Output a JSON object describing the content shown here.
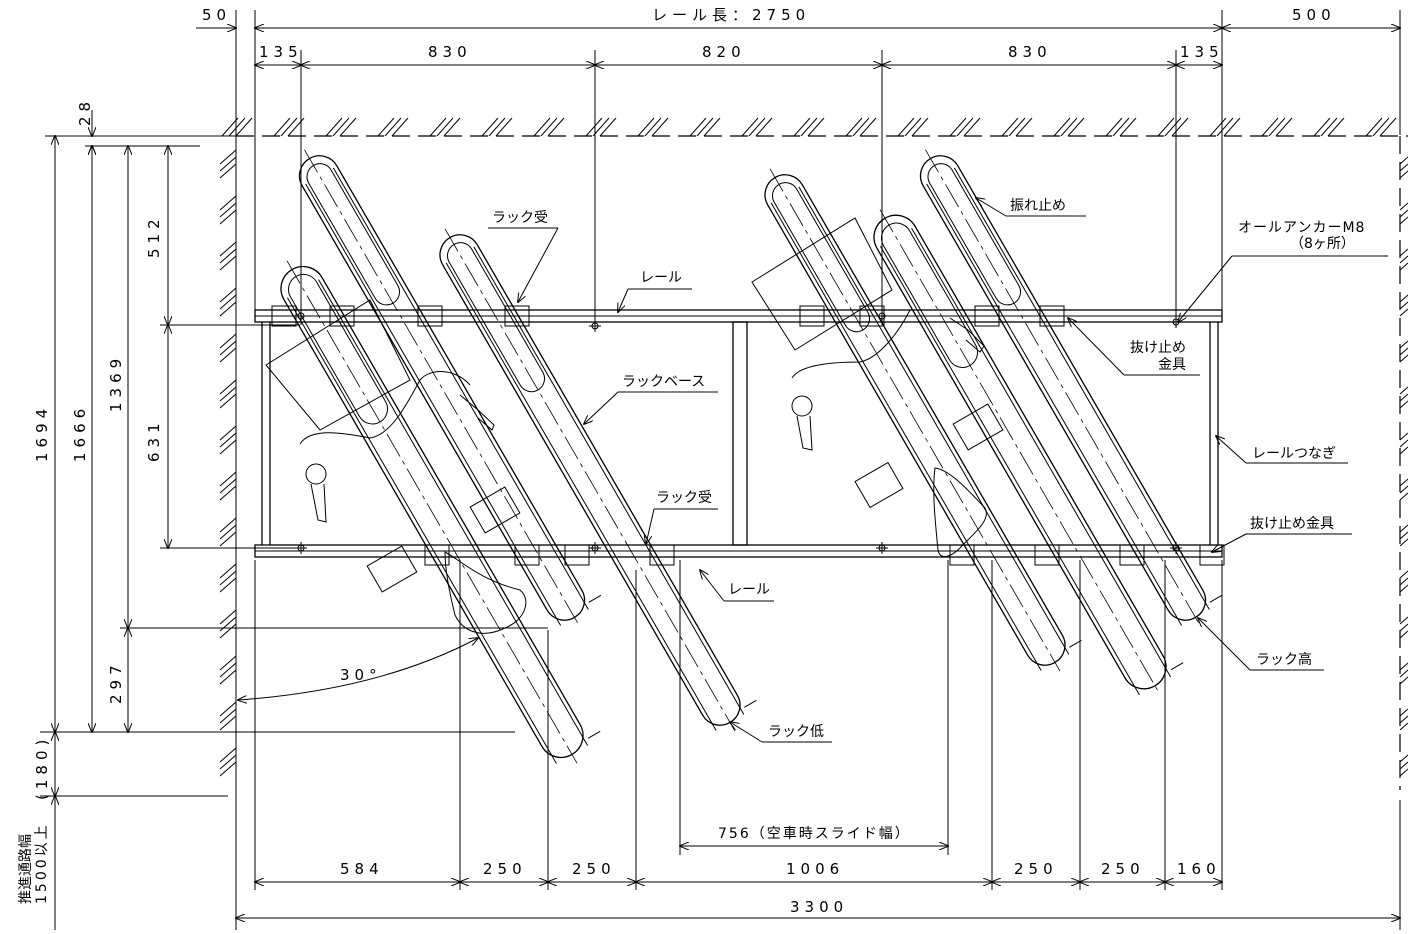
{
  "dimensions": {
    "rail_length": "レール長：2750",
    "top_left_margin": "50",
    "top_right_margin": "500",
    "top_segments": [
      "135",
      "830",
      "820",
      "830",
      "135"
    ],
    "bottom_segments": [
      "584",
      "250",
      "250",
      "1006",
      "250",
      "250",
      "160"
    ],
    "overall_width": "3300",
    "slide_width": "756（空車時スライド幅）",
    "vert_28": "28",
    "vert_512": "512",
    "vert_631": "631",
    "vert_1369": "1369",
    "vert_1666": "1666",
    "vert_1694": "1694",
    "vert_297": "297",
    "vert_180": "(180)",
    "aisle_line1": "推進通路幅",
    "aisle_line2": "1500以上",
    "angle": "30°"
  },
  "labels": {
    "rack_receiver_top": "ラック受",
    "rail_top": "レール",
    "rack_base": "ラックベース",
    "rack_receiver_bottom": "ラック受",
    "rail_bottom": "レール",
    "rack_low": "ラック低",
    "sway_stop": "振れ止め",
    "all_anchor_line1": "オールアンカーM8",
    "all_anchor_line2": "（8ヶ所）",
    "pullout_stop_line1": "抜け止め",
    "pullout_stop_line2": "金具",
    "rail_joint": "レールつなぎ",
    "pullout_stop_fitting": "抜け止め金具",
    "rack_high": "ラック高"
  }
}
